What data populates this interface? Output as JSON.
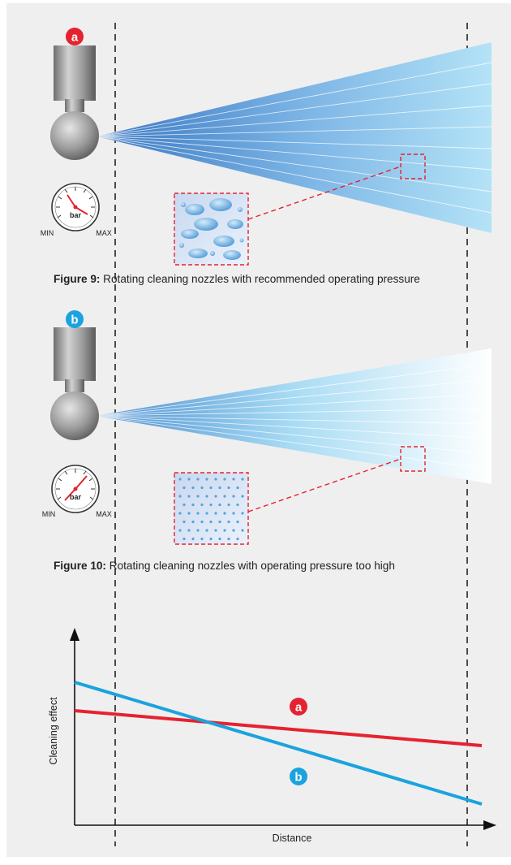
{
  "figure9": {
    "badge": "a",
    "caption_label": "Figure 9:",
    "caption_text": " Rotating cleaning nozzles with recommended operating pressure",
    "gauge": {
      "min": "MIN",
      "max": "MAX",
      "unit": "bar"
    }
  },
  "figure10": {
    "badge": "b",
    "caption_label": "Figure 10:",
    "caption_text": " Rotating cleaning nozzles with operating pressure too high",
    "gauge": {
      "min": "MIN",
      "max": "MAX",
      "unit": "bar"
    }
  },
  "chart": {
    "ylabel": "Cleaning effect",
    "xlabel": "Distance",
    "series_labels": [
      "a",
      "b"
    ]
  },
  "colors": {
    "red": "#e52330",
    "blue": "#1aa3de",
    "spray_dark": "#3f7fc8",
    "spray_light": "#a9dcf5"
  }
}
